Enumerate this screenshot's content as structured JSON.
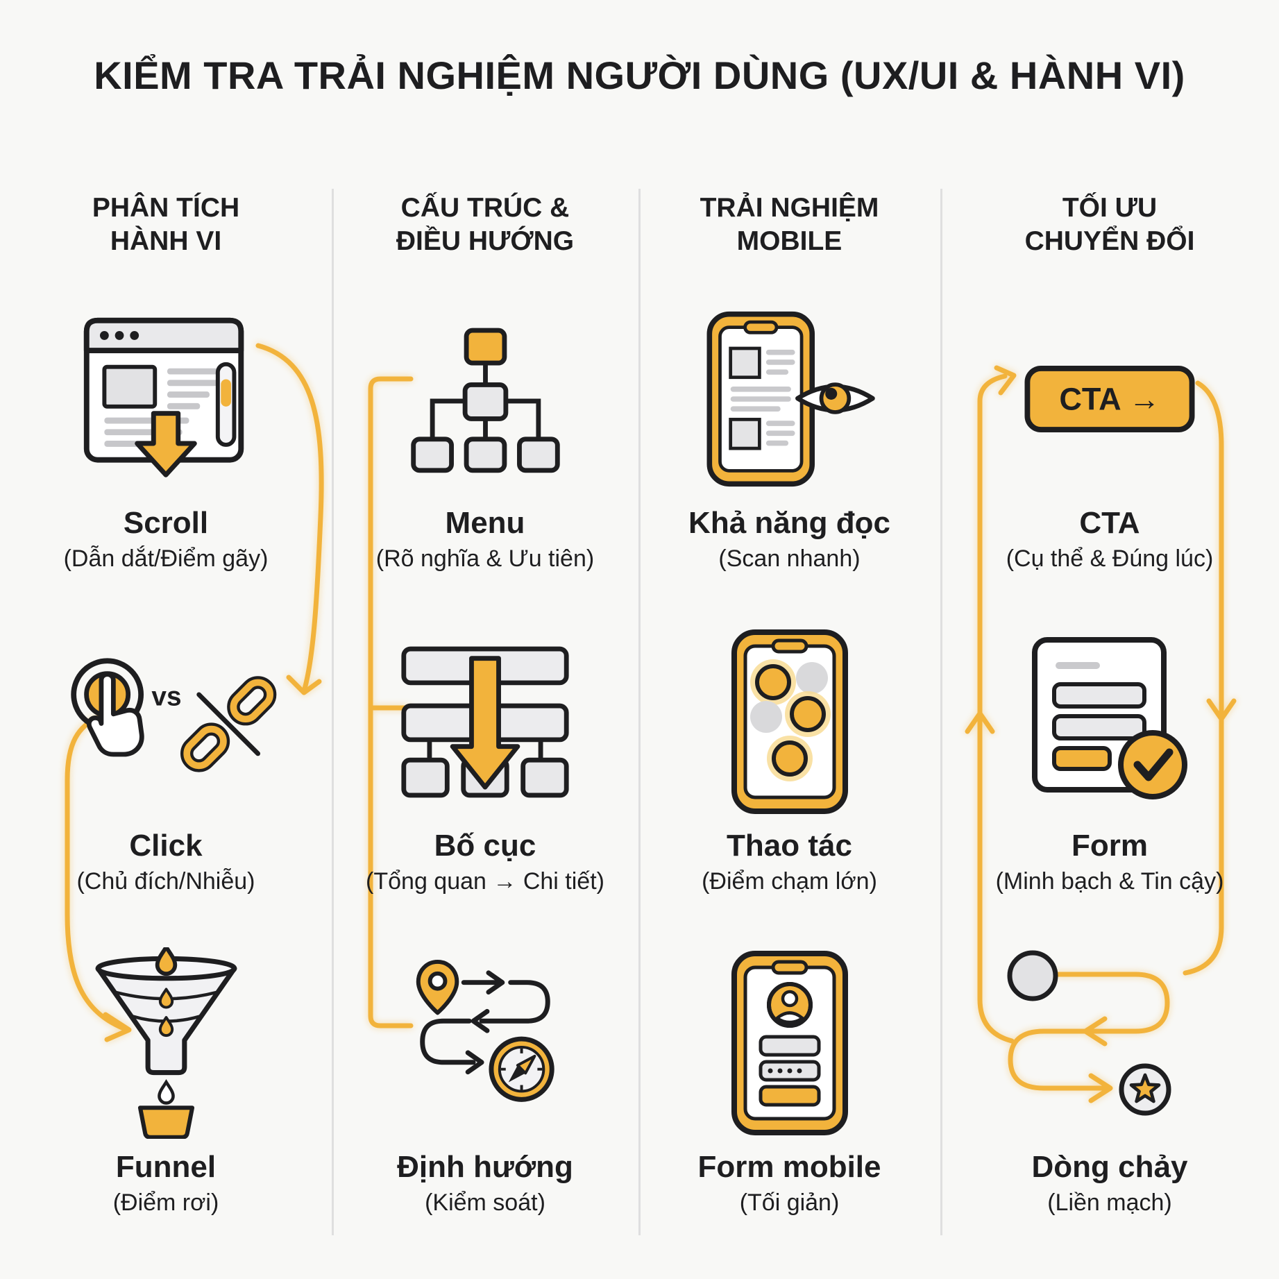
{
  "title": "KIỂM TRA TRẢI NGHIỆM NGƯỜI DÙNG (UX/UI & HÀNH VI)",
  "palette": {
    "accent_yellow": "#F2B33C",
    "ink": "#1E1E20",
    "grey_fill": "#E6E6E8",
    "background": "#F8F8F6",
    "divider": "#DFDFDF"
  },
  "columns": [
    {
      "id": "behavior-analysis",
      "header_lines": [
        "PHÂN TÍCH",
        "HÀNH VI"
      ],
      "items": [
        {
          "icon": "browser-scroll-icon",
          "label": "Scroll",
          "sub": "(Dẫn dắt/Điểm gãy)"
        },
        {
          "icon": "tap-vs-broken-link-icon",
          "label": "Click",
          "sub": "(Chủ đích/Nhiễu)",
          "vs_label": "vs"
        },
        {
          "icon": "funnel-drops-icon",
          "label": "Funnel",
          "sub": "(Điểm rơi)"
        }
      ]
    },
    {
      "id": "structure-navigation",
      "header_lines": [
        "CẤU TRÚC &",
        "ĐIỀU HƯỚNG"
      ],
      "items": [
        {
          "icon": "sitemap-icon",
          "label": "Menu",
          "sub": "(Rõ nghĩa & Ưu tiên)"
        },
        {
          "icon": "layout-drilldown-icon",
          "label": "Bố cục",
          "sub": "(Tổng quan → Chi tiết)"
        },
        {
          "icon": "route-compass-icon",
          "label": "Định hướng",
          "sub": "(Kiểm soát)"
        }
      ]
    },
    {
      "id": "mobile-experience",
      "header_lines": [
        "TRẢI NGHIỆM",
        "MOBILE"
      ],
      "items": [
        {
          "icon": "phone-eye-icon",
          "label": "Khả năng đọc",
          "sub": "(Scan nhanh)"
        },
        {
          "icon": "phone-touch-targets-icon",
          "label": "Thao tác",
          "sub": "(Điểm chạm lớn)"
        },
        {
          "icon": "phone-form-icon",
          "label": "Form mobile",
          "sub": "(Tối giản)"
        }
      ]
    },
    {
      "id": "conversion-optimization",
      "header_lines": [
        "TỐI ƯU",
        "CHUYỂN ĐỔI"
      ],
      "items": [
        {
          "icon": "cta-button-icon",
          "label": "CTA",
          "sub": "(Cụ thể & Đúng lúc)",
          "icon_text": "CTA →"
        },
        {
          "icon": "form-check-icon",
          "label": "Form",
          "sub": "(Minh bạch & Tin cậy)"
        },
        {
          "icon": "flow-circle-to-star-icon",
          "label": "Dòng chảy",
          "sub": "(Liền mạch)"
        }
      ]
    }
  ]
}
